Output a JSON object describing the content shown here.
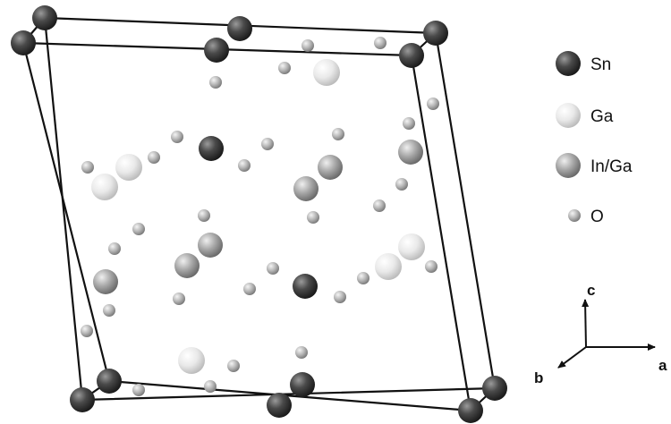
{
  "legend": {
    "sn": "Sn",
    "ga": "Ga",
    "in_ga": "In/Ga",
    "o": "O"
  },
  "axes": {
    "c": "c",
    "a": "a",
    "b": "b"
  },
  "colors": {
    "sn": "#4a4a4a",
    "ga": "#e6e6e6",
    "in_ga": "#a9a9a9",
    "o": "#b8b8b8",
    "cell_edge": "#111111"
  }
}
